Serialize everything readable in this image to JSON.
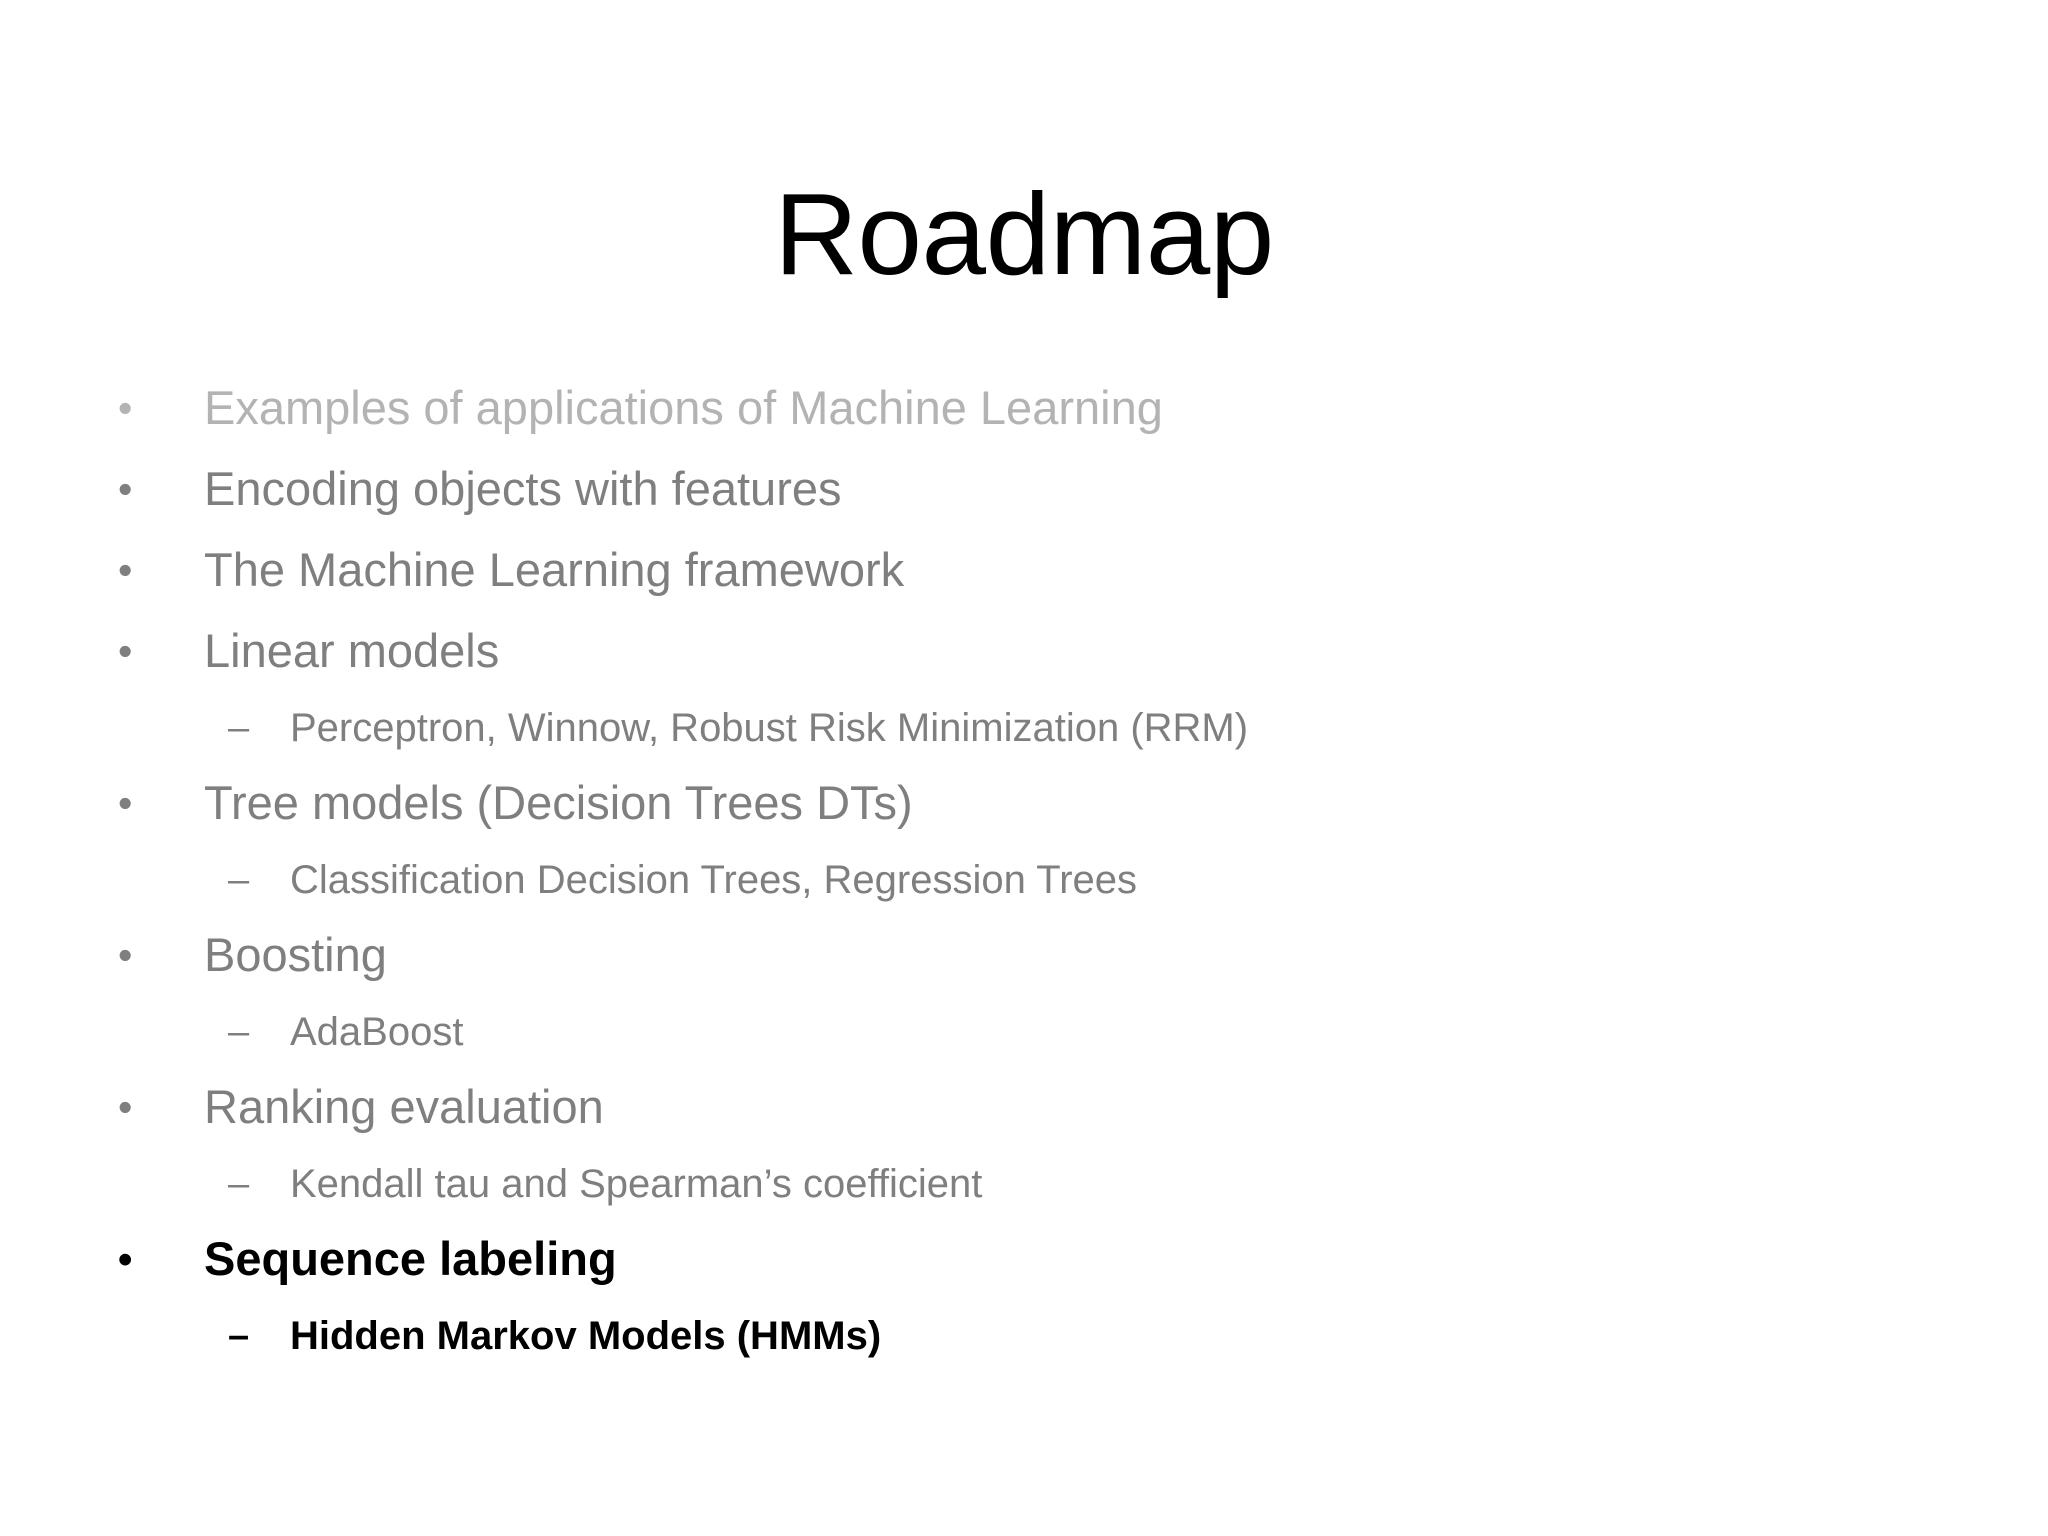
{
  "slide": {
    "title": "Roadmap",
    "background_color": "#ffffff",
    "title_color": "#000000",
    "body_color": "#7f7f7f",
    "dim_color": "#b3b3b3",
    "strong_color": "#000000",
    "level1_marker": "•",
    "level2_marker": "–"
  },
  "bullets": [
    {
      "level": 1,
      "text": "Examples of applications of Machine Learning",
      "emphasis": "dim"
    },
    {
      "level": 1,
      "text": "Encoding objects with features",
      "emphasis": "normal"
    },
    {
      "level": 1,
      "text": "The Machine Learning framework",
      "emphasis": "normal"
    },
    {
      "level": 1,
      "text": "Linear models",
      "emphasis": "normal"
    },
    {
      "level": 2,
      "text": "Perceptron, Winnow, Robust Risk Minimization (RRM)",
      "emphasis": "normal"
    },
    {
      "level": 1,
      "text": "Tree models (Decision Trees DTs)",
      "emphasis": "normal"
    },
    {
      "level": 2,
      "text": "Classification Decision Trees, Regression Trees",
      "emphasis": "normal"
    },
    {
      "level": 1,
      "text": "Boosting",
      "emphasis": "normal"
    },
    {
      "level": 2,
      "text": "AdaBoost",
      "emphasis": "normal"
    },
    {
      "level": 1,
      "text": "Ranking evaluation",
      "emphasis": "normal"
    },
    {
      "level": 2,
      "text": "Kendall tau and Spearman’s coefficient",
      "emphasis": "normal"
    },
    {
      "level": 1,
      "text": "Sequence labeling",
      "emphasis": "strong"
    },
    {
      "level": 2,
      "text": "Hidden Markov Models (HMMs)",
      "emphasis": "strong"
    }
  ]
}
